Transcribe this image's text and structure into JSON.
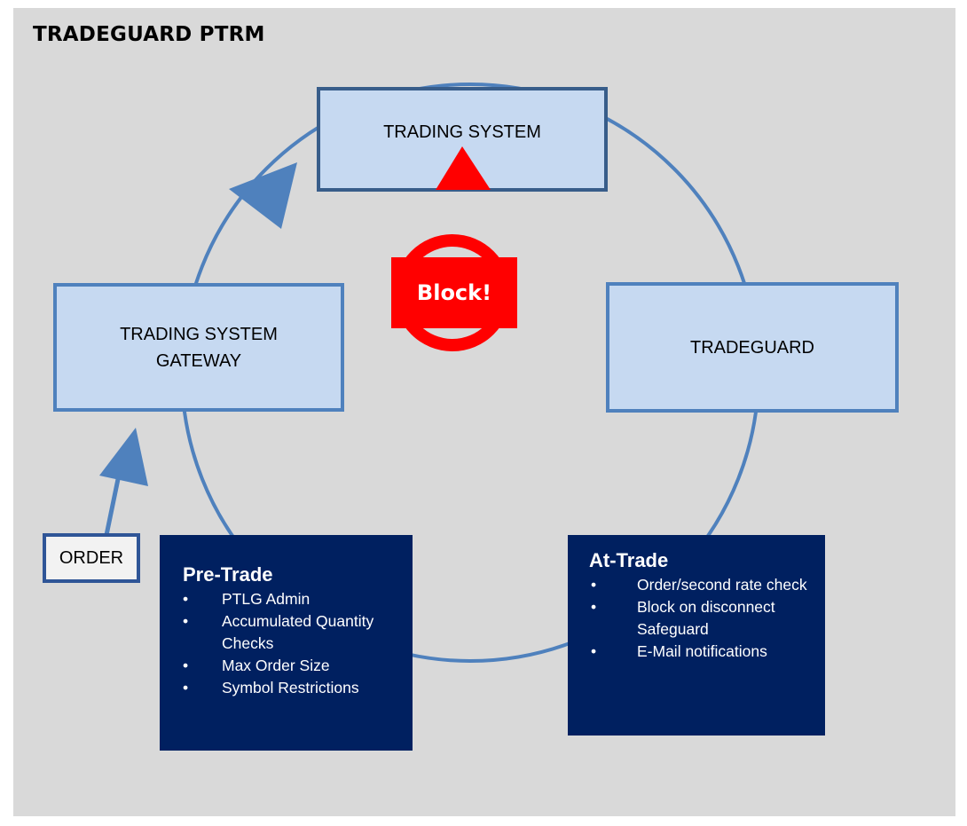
{
  "title": "TRADEGUARD PTRM",
  "nodes": {
    "trading_system": "TRADING SYSTEM",
    "gateway": "TRADING SYSTEM GATEWAY",
    "tradeguard": "TRADEGUARD",
    "order": "ORDER"
  },
  "block_sign": {
    "label": "Block!",
    "color": "#ff0000"
  },
  "panels": {
    "pre_trade": {
      "title": "Pre-Trade",
      "items": [
        "PTLG Admin",
        "Accumulated Quantity Checks",
        "Max Order Size",
        "Symbol Restrictions"
      ]
    },
    "at_trade": {
      "title": "At-Trade",
      "items": [
        "Order/second rate check",
        "Block on disconnect Safeguard",
        "E-Mail notifications"
      ]
    }
  },
  "colors": {
    "background": "#d9d9d9",
    "node_fill": "#c6d9f1",
    "node_border": "#4f81bd",
    "cycle_line": "#4f81bd",
    "panel_fill": "#002060",
    "block_red": "#ff0000"
  },
  "bullet_glyph": "•"
}
